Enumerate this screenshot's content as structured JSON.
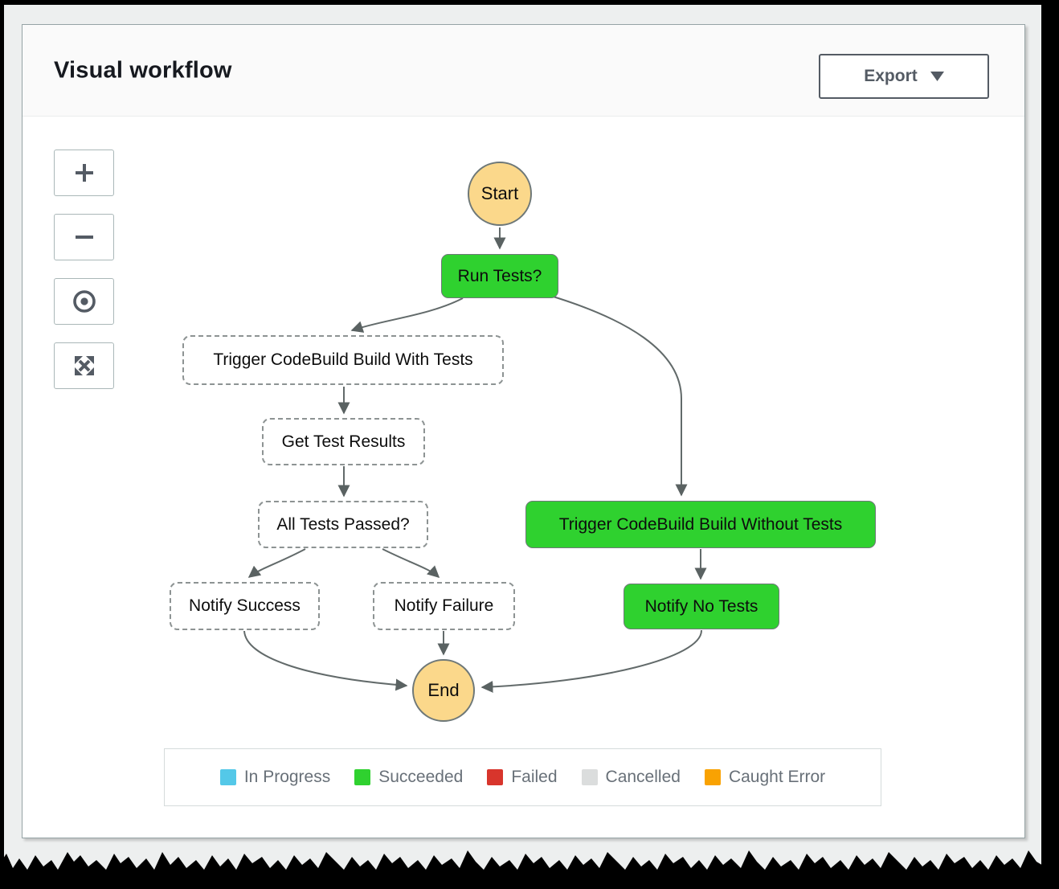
{
  "header": {
    "title": "Visual workflow",
    "export_label": "Export"
  },
  "toolbar": {
    "icons": [
      "zoom-in",
      "zoom-out",
      "center-view",
      "fit-view"
    ]
  },
  "diagram": {
    "nodes": [
      {
        "id": "start",
        "label": "Start",
        "type": "start"
      },
      {
        "id": "run-tests",
        "label": "Run Tests?",
        "type": "succeeded"
      },
      {
        "id": "trigger-with-tests",
        "label": "Trigger CodeBuild Build With Tests",
        "type": "not-started"
      },
      {
        "id": "get-test-results",
        "label": "Get Test Results",
        "type": "not-started"
      },
      {
        "id": "all-tests-passed",
        "label": "All Tests Passed?",
        "type": "not-started"
      },
      {
        "id": "notify-success",
        "label": "Notify Success",
        "type": "not-started"
      },
      {
        "id": "notify-failure",
        "label": "Notify Failure",
        "type": "not-started"
      },
      {
        "id": "trigger-without-tests",
        "label": "Trigger CodeBuild Build Without Tests",
        "type": "succeeded"
      },
      {
        "id": "notify-no-tests",
        "label": "Notify No Tests",
        "type": "succeeded"
      },
      {
        "id": "end",
        "label": "End",
        "type": "end"
      }
    ],
    "edges": [
      {
        "from": "start",
        "to": "run-tests"
      },
      {
        "from": "run-tests",
        "to": "trigger-with-tests"
      },
      {
        "from": "run-tests",
        "to": "trigger-without-tests"
      },
      {
        "from": "trigger-with-tests",
        "to": "get-test-results"
      },
      {
        "from": "get-test-results",
        "to": "all-tests-passed"
      },
      {
        "from": "all-tests-passed",
        "to": "notify-success"
      },
      {
        "from": "all-tests-passed",
        "to": "notify-failure"
      },
      {
        "from": "trigger-without-tests",
        "to": "notify-no-tests"
      },
      {
        "from": "notify-success",
        "to": "end"
      },
      {
        "from": "notify-failure",
        "to": "end"
      },
      {
        "from": "notify-no-tests",
        "to": "end"
      }
    ]
  },
  "legend": {
    "items": [
      {
        "label": "In Progress",
        "color": "#54c8e8"
      },
      {
        "label": "Succeeded",
        "color": "#2fd12f"
      },
      {
        "label": "Failed",
        "color": "#d8352c"
      },
      {
        "label": "Cancelled",
        "color": "#dbdddd"
      },
      {
        "label": "Caught Error",
        "color": "#f9a202"
      }
    ]
  },
  "colors": {
    "start_end": "#fbd88b",
    "succeeded": "#2fd12f",
    "arrow": "#626a6a"
  }
}
